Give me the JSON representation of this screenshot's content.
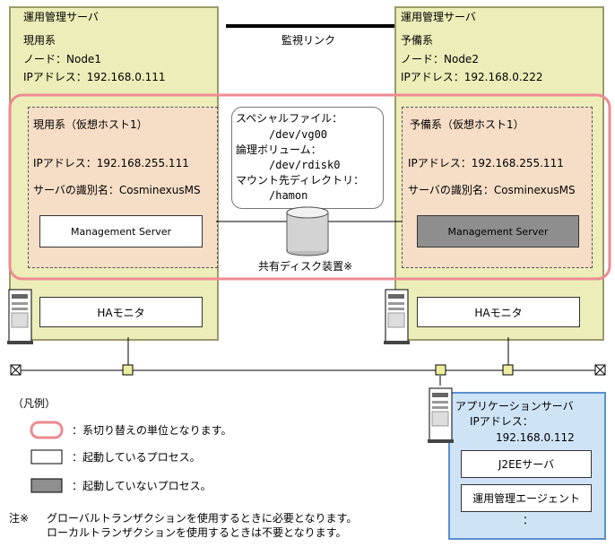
{
  "colors": {
    "server_fill": "#ecedb8",
    "virtual_host_fill": "#f6ddc6",
    "failover_unit_border": "#ee8a92",
    "app_server_fill": "#cfe3f7",
    "app_server_border": "#5b8fd0",
    "stopped_process": "#8e8e8e"
  },
  "active_server": {
    "title": "運用管理サーバ",
    "role": "現用系",
    "node": "ノード：Node1",
    "ip": "IPアドレス：192.168.0.111",
    "virtual_host": {
      "title": "現用系（仮想ホスト1）",
      "ip": "IPアドレス：192.168.255.111",
      "id_name": "サーバの識別名：CosminexusMS",
      "process": "Management Server"
    },
    "ha_monitor": "HAモニタ"
  },
  "standby_server": {
    "title": "運用管理サーバ",
    "role": "予備系",
    "node": "ノード：Node2",
    "ip": "IPアドレス：192.168.0.222",
    "virtual_host": {
      "title": "予備系（仮想ホスト1）",
      "ip": "IPアドレス：192.168.255.111",
      "id_name": "サーバの識別名：CosminexusMS",
      "process": "Management Server"
    },
    "ha_monitor": "HAモニタ"
  },
  "monitor_link": "監視リンク",
  "shared_disk": {
    "lines": [
      "スペシャルファイル：",
      "/dev/vg00",
      "論理ボリューム：",
      "/dev/rdisk0",
      "マウント先ディレクトリ：",
      "/hamon"
    ],
    "label": "共有ディスク装置※"
  },
  "app_server": {
    "title": "アプリケーションサーバ",
    "ip_label": "IPアドレス：",
    "ip": "192.168.0.112",
    "j2ee": "J2EEサーバ",
    "agent": "運用管理エージェント",
    "more": "："
  },
  "legend": {
    "title": "（凡例）",
    "unit": "：系切り替えの単位となります。",
    "running": "：起動しているプロセス。",
    "stopped": "：起動していないプロセス。"
  },
  "note": {
    "marker": "注※",
    "line1": "グローバルトランザクションを使用するときに必要となります。",
    "line2": "ローカルトランザクションを使用するときは不要となります。"
  }
}
